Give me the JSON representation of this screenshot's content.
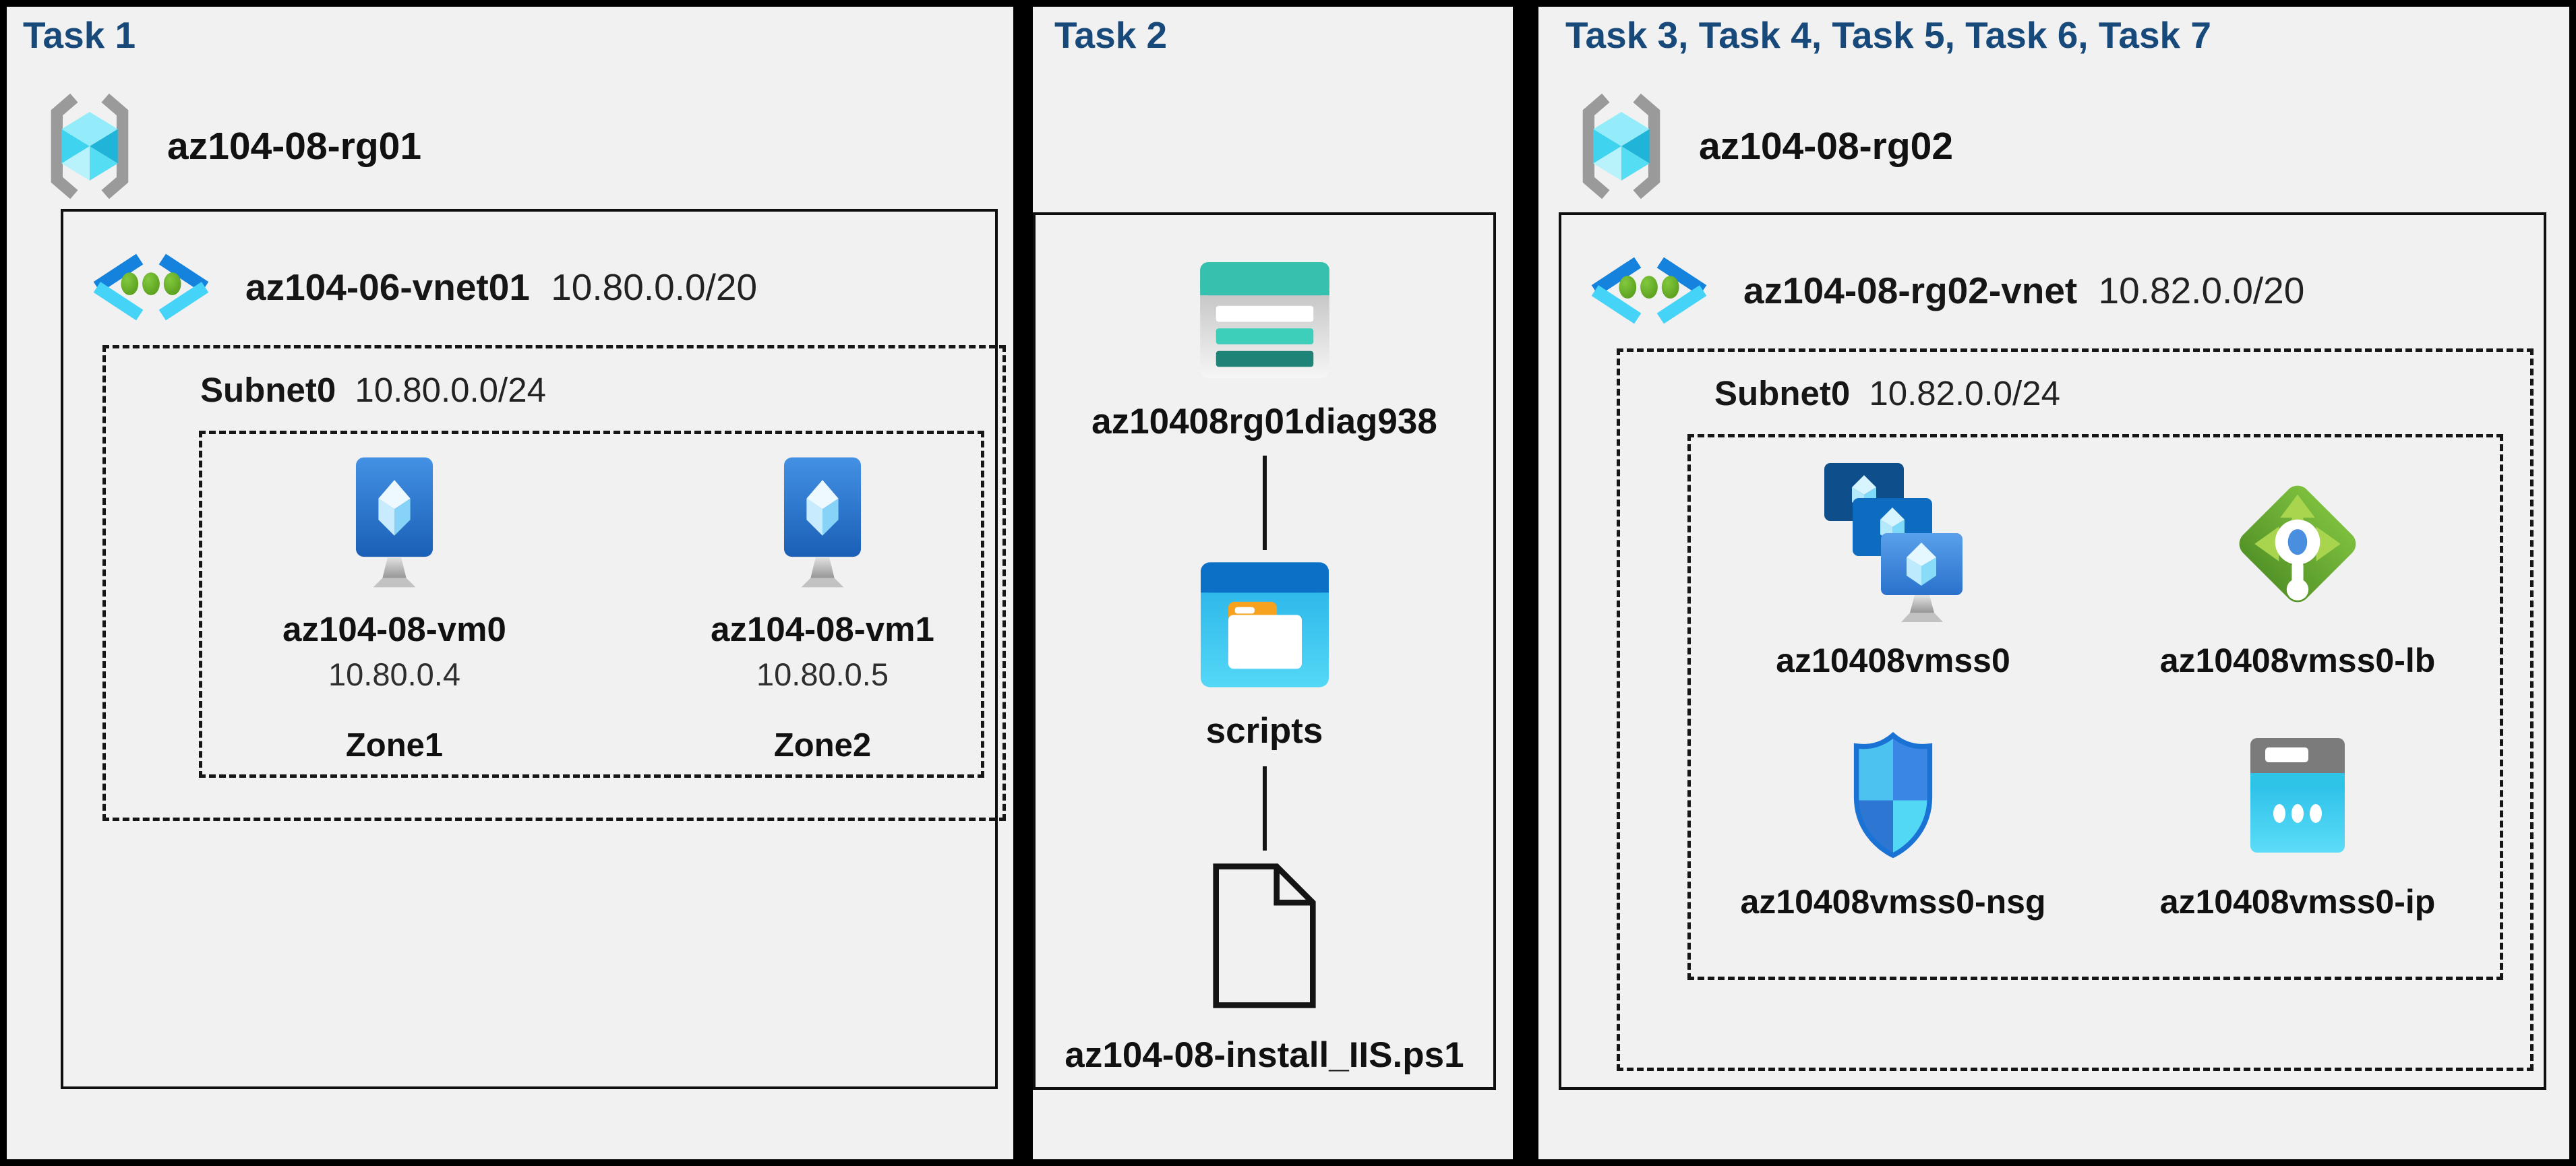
{
  "colors": {
    "heading": "#17497b",
    "panel-bg": "#f1f1f1",
    "frame": "#000000",
    "azure-blue": "#1583dd",
    "azure-cyan": "#45d3f7",
    "vnet-dot-green": "#69b02a",
    "lb-green": "#6cb335",
    "storage-teal": "#35c1ae"
  },
  "task1": {
    "title": "Task 1",
    "resource_group": "az104-08-rg01",
    "vnet_name": "az104-06-vnet01",
    "vnet_cidr": "10.80.0.0/20",
    "subnet_name": "Subnet0",
    "subnet_cidr": "10.80.0.0/24",
    "vms": [
      {
        "name": "az104-08-vm0",
        "ip": "10.80.0.4",
        "zone": "Zone1"
      },
      {
        "name": "az104-08-vm1",
        "ip": "10.80.0.5",
        "zone": "Zone2"
      }
    ]
  },
  "task2": {
    "title": "Task 2",
    "storage_account": "az10408rg01diag938",
    "container": "scripts",
    "script_file": "az104-08-install_IIS.ps1"
  },
  "task3": {
    "title": "Task 3, Task 4, Task 5, Task 6, Task 7",
    "resource_group": "az104-08-rg02",
    "vnet_name": "az104-08-rg02-vnet",
    "vnet_cidr": "10.82.0.0/20",
    "subnet_name": "Subnet0",
    "subnet_cidr": "10.82.0.0/24",
    "resources": [
      {
        "name": "az10408vmss0"
      },
      {
        "name": "az10408vmss0-lb"
      },
      {
        "name": "az10408vmss0-nsg"
      },
      {
        "name": "az10408vmss0-ip"
      }
    ]
  }
}
